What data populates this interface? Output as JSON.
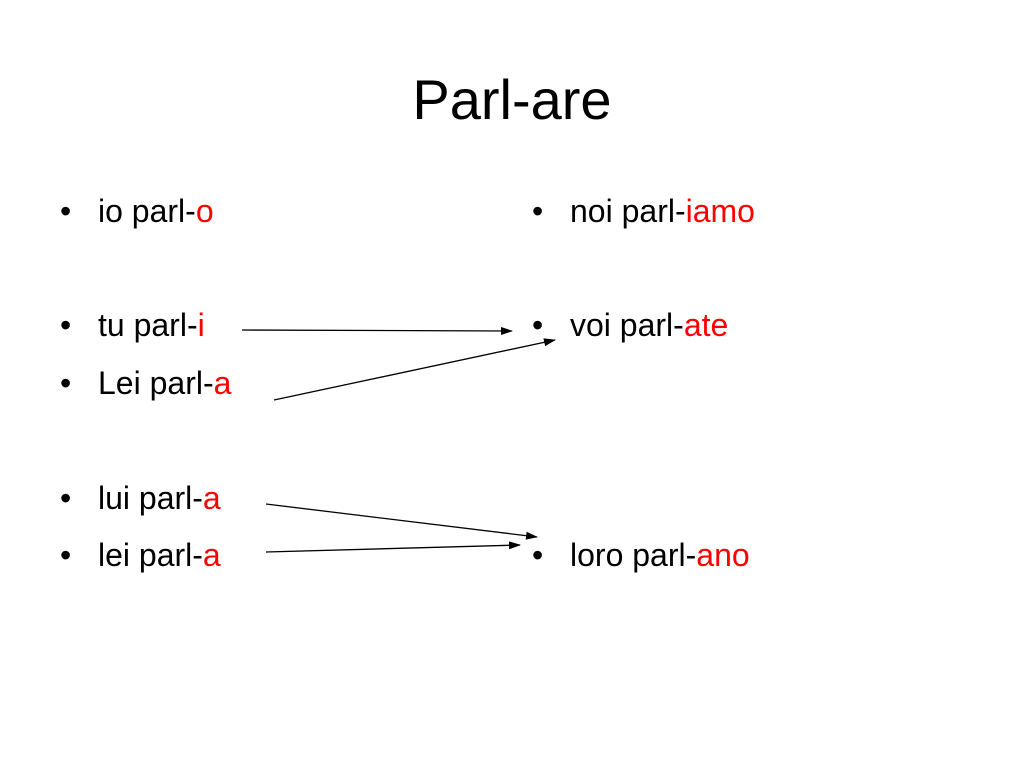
{
  "title": "Parl-are",
  "bullet_glyph": "•",
  "left_column": [
    {
      "stem": "io parl-",
      "ending": "o"
    },
    {
      "stem": "tu parl-",
      "ending": "i"
    },
    {
      "stem": "Lei parl-",
      "ending": "a"
    },
    {
      "stem": "lui parl-",
      "ending": "a"
    },
    {
      "stem": "lei parl-",
      "ending": "a"
    }
  ],
  "right_column": [
    {
      "stem": "noi parl-",
      "ending": "iamo"
    },
    {
      "stem": "voi parl-",
      "ending": "ate"
    },
    {
      "stem": "loro parl-",
      "ending": "ano"
    }
  ],
  "colors": {
    "ending": "#ff0000",
    "text": "#000000",
    "background": "#ffffff"
  }
}
